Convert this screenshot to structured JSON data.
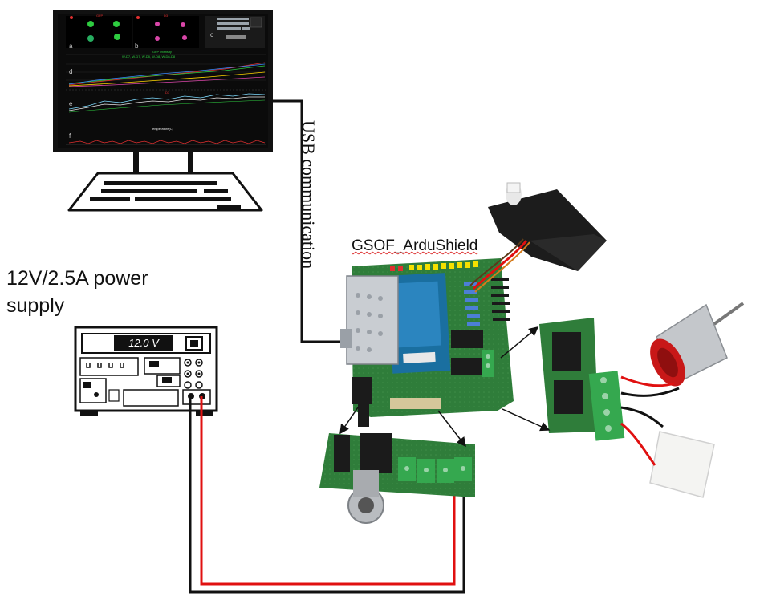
{
  "labels": {
    "power_supply": "12V/2.5A power supply",
    "power_supply_line1": "12V/2.5A power",
    "power_supply_line2": "supply",
    "usb": "USB communication",
    "shield": "GSOF_ArduShield",
    "psu_display": "12.0 V"
  },
  "monitor_panels": {
    "letters": [
      "a",
      "b",
      "c",
      "d",
      "e",
      "f"
    ],
    "titles": {
      "panel_a": "GFP",
      "panel_b": "D3",
      "gfp_intensity": "GFP intensity",
      "gfp_intensity_legend": "W-D7, W-D7, W-D8, W-D8, W-D8-D8",
      "panel_e": "D3",
      "temperature": "Temperature(C)"
    }
  },
  "colors": {
    "wire_red": "#e01010",
    "wire_black": "#111111",
    "screen_bg": "#0b0b0b",
    "pcb_green": "#2f7d3a",
    "terminal_green": "#35a84f",
    "motor_red": "#c81818",
    "monitor_plot_red": "#e03030"
  },
  "icons": [
    "monitor-icon",
    "keyboard-icon",
    "power-supply-icon",
    "arduino-shield-icon",
    "servo-icon",
    "dc-motor-icon",
    "peltier-icon",
    "driver-board-icon",
    "bnc-board-icon"
  ]
}
